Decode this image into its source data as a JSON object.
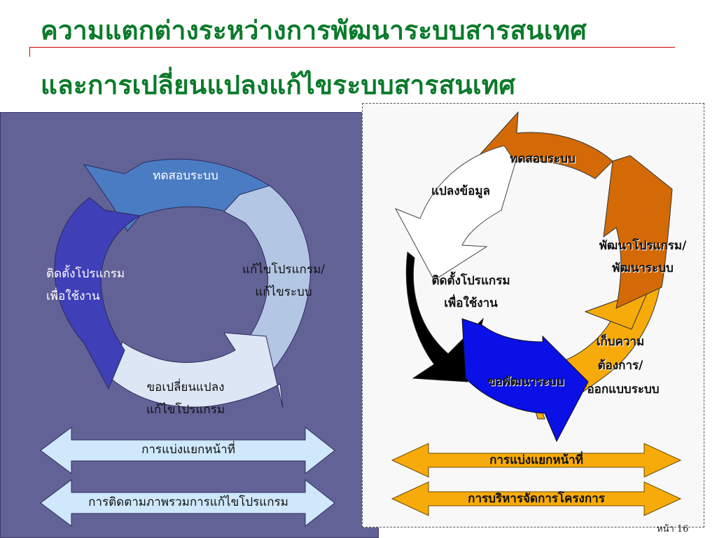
{
  "title": {
    "line1": "ความแตกต่างระหว่างการพัฒนาระบบสารสนเทศ",
    "line2": "และการเปลี่ยนแปลงแก้ไขระบบสารสนเทศ"
  },
  "left_cycle": {
    "top": "ทดสอบระบบ",
    "right_1": "แก้ไขโปรแกรม/",
    "right_2": "แก้ไขระบบ",
    "bottom_1": "ขอเปลี่ยนแปลง",
    "bottom_2": "แก้ไขโปรแกรม",
    "left_1": "ติดตั้งโปรแกรม",
    "left_2": "เพื่อใช้งาน"
  },
  "left_bars": {
    "bar1": "การแบ่งแยกหน้าที่",
    "bar2": "การติดตามภาพรวมการแก้ไขโปรแกรม"
  },
  "right_cycle": {
    "top": "ทดสอบระบบ",
    "convert": "แปลงข้อมูล",
    "dev_1": "พัฒนาโปรแกรม/",
    "dev_2": "พัฒนาระบบ",
    "install_1": "ติดตั้งโปรแกรม",
    "install_2": "เพื่อใช้งาน",
    "req_1": "เก็บความ",
    "req_2": "ต้องการ/",
    "req_3": "ออกแบบระบบ",
    "request": "ขอพัฒนาระบบ"
  },
  "right_bars": {
    "bar1": "การแบ่งแยกหน้าที่",
    "bar2": "การบริหารจัดการโครงการ"
  },
  "page_number": "หน้า 16",
  "colors": {
    "title": "#0a7a2a",
    "left_panel": "#636297",
    "left_top_arrow": "#4a7cc3",
    "left_right_arrow": "#b3c6e4",
    "left_bottom_arrow": "#dde6f4",
    "left_left_arrow": "#3f3fb8",
    "light_bar": "#cfe8fb",
    "orange": "#d36a06",
    "gold": "#f7ab0a",
    "blue": "#0a10e6"
  }
}
